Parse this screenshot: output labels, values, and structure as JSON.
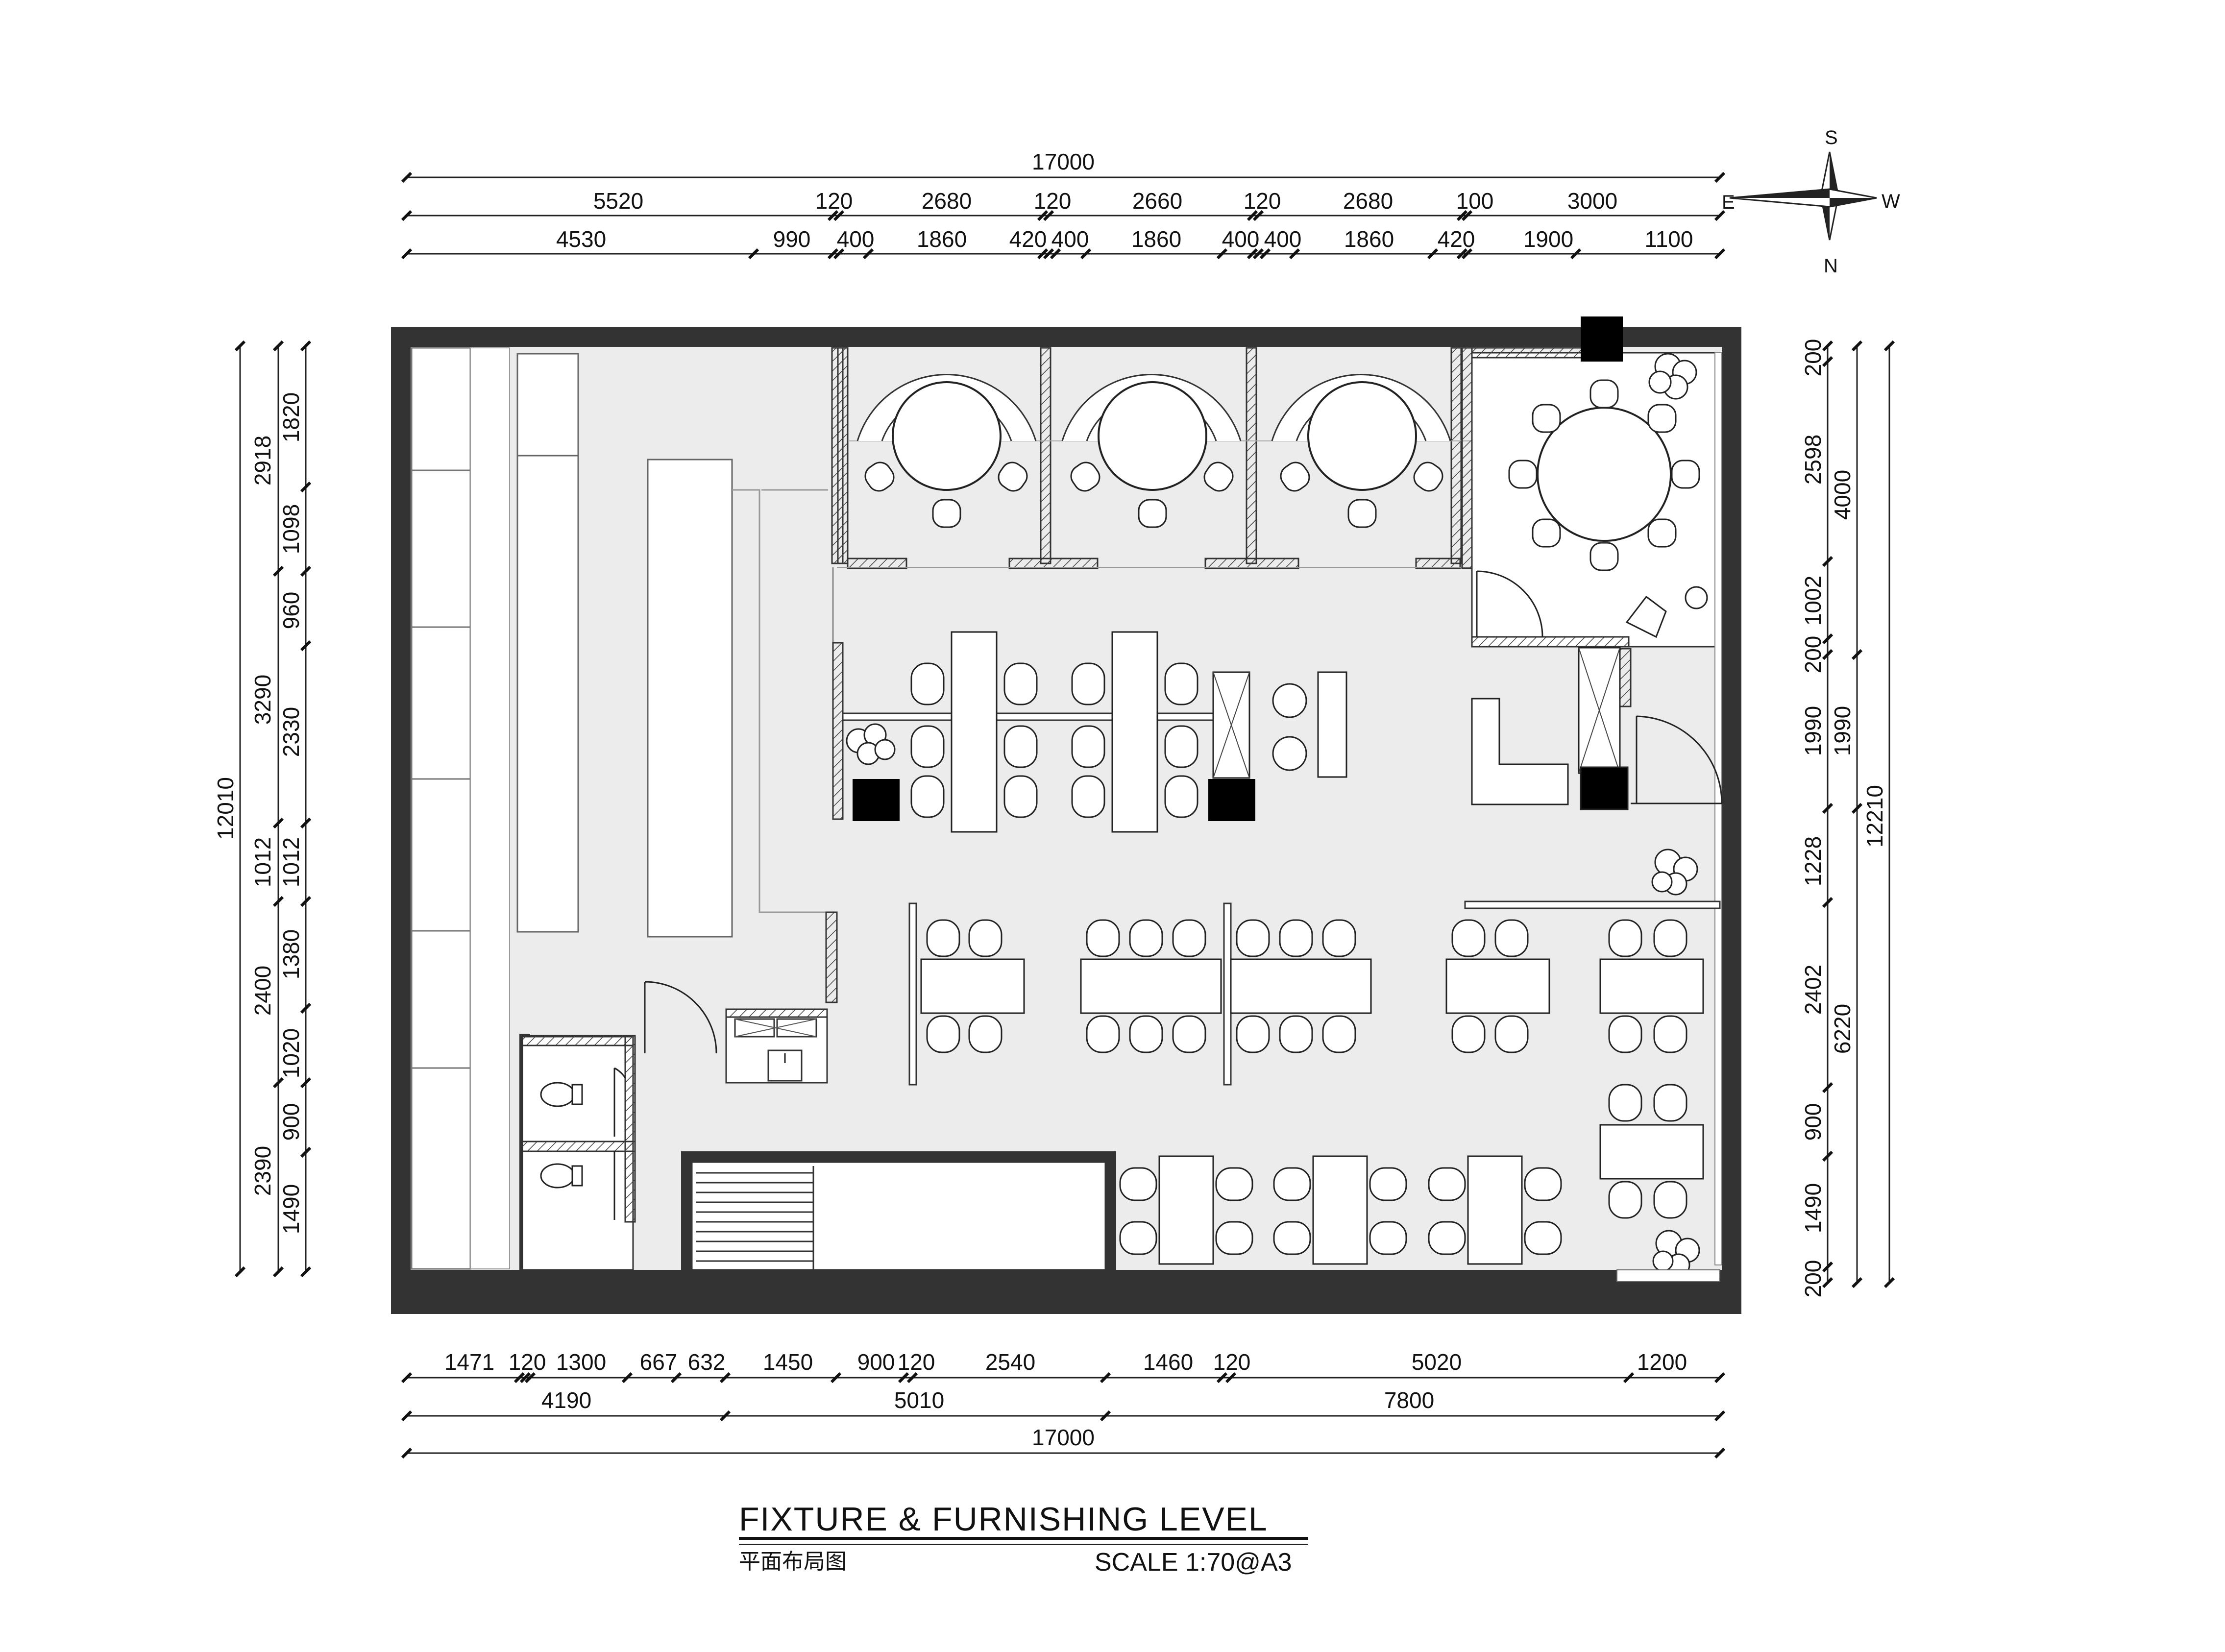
{
  "title": "FIXTURE & FURNISHING LEVEL",
  "subtitle": "平面布局图",
  "scale": "SCALE  1:70@A3",
  "compass": {
    "n": "N",
    "s": "S",
    "e": "E",
    "w": "W"
  },
  "top_dims": {
    "total": "17000",
    "row2": [
      "5520",
      "120",
      "2680",
      "120",
      "2660",
      "120",
      "2680",
      "100",
      "3000"
    ],
    "row3": [
      "4530",
      "990",
      "400",
      "1860",
      "420",
      "400",
      "1860",
      "400",
      "400",
      "1860",
      "420",
      "1900",
      "1100"
    ]
  },
  "bottom_dims": {
    "row1": [
      "1471",
      "120",
      "1300",
      "667",
      "632",
      "1450",
      "900",
      "120",
      "2540",
      "1460",
      "120",
      "5020",
      "1200"
    ],
    "row2": [
      "4190",
      "5010",
      "7800"
    ],
    "total": "17000"
  },
  "left_dims": {
    "total": "12010",
    "mid": [
      "2918",
      "3290",
      "1012",
      "2400",
      "2390"
    ],
    "inner": [
      "1820",
      "1098",
      "960",
      "2330",
      "1012",
      "1380",
      "1020",
      "900",
      "1490"
    ]
  },
  "right_dims": {
    "inner": [
      "200",
      "2598",
      "1002",
      "200",
      "1990",
      "1228",
      "2402",
      "900",
      "1490",
      "200"
    ],
    "mid": [
      "4000",
      "1990",
      "6220"
    ],
    "total": "12210"
  },
  "colors": {
    "wall": "#333333",
    "floor": "#ececec",
    "ink": "#222222",
    "fill_black": "#000000",
    "background": "#ffffff"
  }
}
